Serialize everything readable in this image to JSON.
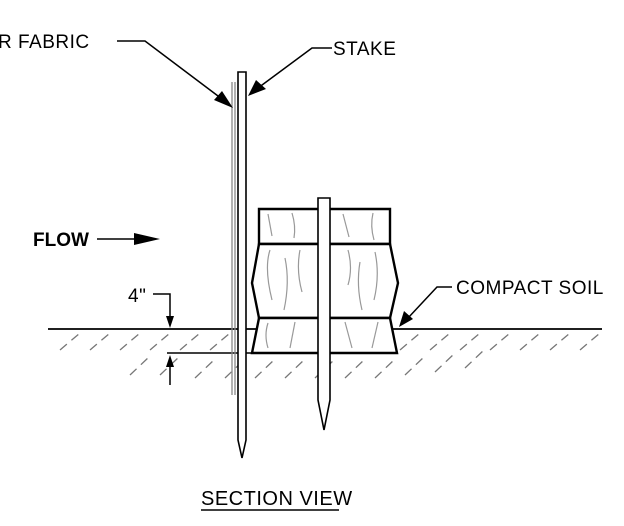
{
  "labels": {
    "filter_fabric": "R FABRIC",
    "stake": "STAKE",
    "flow": "FLOW",
    "dimension": "4\"",
    "compact_soil": "COMPACT SOIL",
    "section_view": "SECTION VIEW"
  }
}
